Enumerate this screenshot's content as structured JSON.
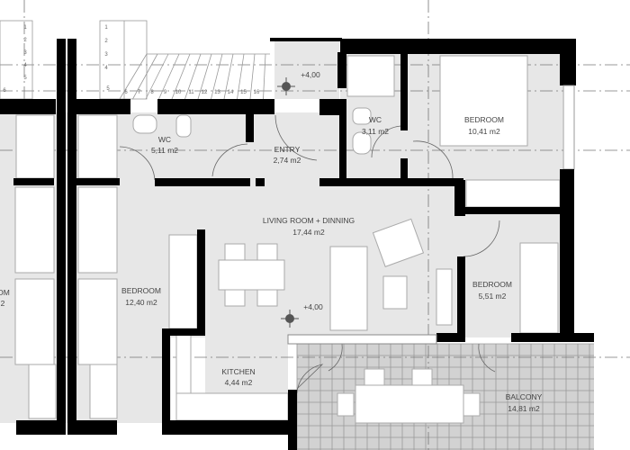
{
  "plan": {
    "rooms": [
      {
        "name": "WC",
        "area": "5,11 m2"
      },
      {
        "name": "ENTRY",
        "area": "2,74 m2"
      },
      {
        "name": "WC",
        "area": "3,11 m2"
      },
      {
        "name": "BEDROOM",
        "area": "10,41 m2"
      },
      {
        "name": "LIVING ROOM + DINNING",
        "area": "17,44 m2"
      },
      {
        "name": "BEDROOM",
        "area": "12,40 m2"
      },
      {
        "name": "BEDROOM",
        "area": "5,51 m2"
      },
      {
        "name": "KITCHEN",
        "area": "4,44 m2"
      },
      {
        "name": "BALCONY",
        "area": "14,81 m2"
      }
    ],
    "partial_room_label": {
      "name": "OM",
      "area": "2"
    },
    "levels": [
      "+4,00",
      "+4,00"
    ],
    "stair_numbers_right": [
      "1",
      "2",
      "3",
      "4",
      "5",
      "6",
      "7",
      "8",
      "9",
      "10",
      "11",
      "12",
      "13",
      "14",
      "15",
      "16"
    ],
    "stair_numbers_left": [
      "1",
      "2",
      "3",
      "4",
      "5",
      "6"
    ],
    "colors": {
      "wall": "#000000",
      "floor": "#e7e7e7",
      "balcony_tile": "#cfcfcf"
    }
  }
}
